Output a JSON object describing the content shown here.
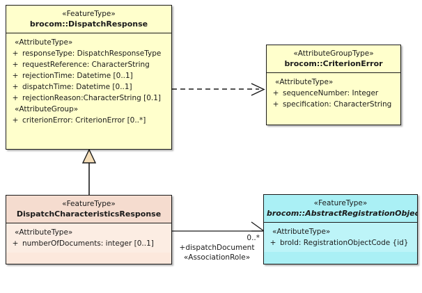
{
  "diagram": {
    "type": "uml-class-diagram",
    "background": "#ffffff",
    "colors": {
      "feature_type_fill": "#FFFFCC",
      "specialized_feature_fill": "#FCE8DC",
      "abstract_feature_fill": "#AAF0F5",
      "border": "#1a1a1a",
      "generalization_arrow_fill": "#F5DEB8"
    }
  },
  "classes": [
    {
      "id": "dispatch-response",
      "stereotype": "«FeatureType»",
      "name": "brocom::DispatchResponse",
      "abstract": false,
      "compartments": [
        {
          "group": "«AttributeType»",
          "attributes": [
            {
              "visibility": "+",
              "text": "responseType: DispatchResponseType"
            },
            {
              "visibility": "+",
              "text": "requestReference: CharacterString"
            },
            {
              "visibility": "+",
              "text": "rejectionTime: Datetime [0..1]"
            },
            {
              "visibility": "+",
              "text": "dispatchTime: Datetime [0..1]"
            },
            {
              "visibility": "+",
              "text": "rejectionReason:CharacterString [0.1]"
            }
          ]
        },
        {
          "group": "«AttributeGroup»",
          "attributes": [
            {
              "visibility": "+",
              "text": "criterionError: CriterionError [0..*]"
            }
          ]
        }
      ]
    },
    {
      "id": "criterion-error",
      "stereotype": "«AttributeGroupType»",
      "name": "brocom::CriterionError",
      "abstract": false,
      "compartments": [
        {
          "group": "«AttributeType»",
          "attributes": [
            {
              "visibility": "+",
              "text": "sequenceNumber: Integer"
            },
            {
              "visibility": "+",
              "text": "specification: CharacterString"
            }
          ]
        }
      ]
    },
    {
      "id": "dispatch-characteristics-response",
      "stereotype": "«FeatureType»",
      "name": "DispatchCharacteristicsResponse",
      "abstract": false,
      "compartments": [
        {
          "group": "«AttributeType»",
          "attributes": [
            {
              "visibility": "+",
              "text": "numberOfDocuments: integer [0..1]"
            }
          ]
        }
      ]
    },
    {
      "id": "abstract-registration-object",
      "stereotype": "«FeatureType»",
      "name": "brocom::AbstractRegistrationObject",
      "abstract": true,
      "compartments": [
        {
          "group": "«AttributeType»",
          "attributes": [
            {
              "visibility": "+",
              "text": "broId: RegistrationObjectCode {id}"
            }
          ]
        }
      ]
    }
  ],
  "relationships": [
    {
      "id": "dependency-dispatchresponse-criterionerror",
      "kind": "dependency",
      "line": "dashed",
      "arrowhead": "open",
      "from": "dispatch-response",
      "to": "criterion-error",
      "labels": []
    },
    {
      "id": "generalization-dcr-dispatchresponse",
      "kind": "generalization",
      "line": "solid",
      "arrowhead": "hollow-triangle",
      "from": "dispatch-characteristics-response",
      "to": "dispatch-response",
      "labels": []
    },
    {
      "id": "association-dcr-abstractregistrationobject",
      "kind": "association",
      "line": "solid",
      "arrowhead": "open",
      "from": "dispatch-characteristics-response",
      "to": "abstract-registration-object",
      "labels": [
        {
          "name": "multiplicity",
          "text": "0..*"
        },
        {
          "name": "role-name",
          "text": "+dispatchDocument"
        },
        {
          "name": "role-stereotype",
          "text": "«AssociationRole»"
        }
      ]
    }
  ]
}
